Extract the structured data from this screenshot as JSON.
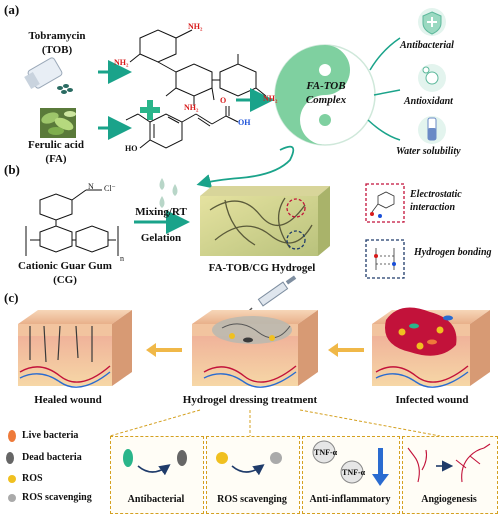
{
  "panels": {
    "a": "(a)",
    "b": "(b)",
    "c": "(c)"
  },
  "panel_a": {
    "tob_name": "Tobramycin",
    "tob_abbr": "(TOB)",
    "fa_name": "Ferulic acid",
    "fa_abbr": "(FA)",
    "complex_line1": "FA-TOB",
    "complex_line2": "Complex",
    "properties": [
      "Antibacterial",
      "Antioxidant",
      "Water solubility"
    ],
    "nh2": "NH₂",
    "oh": "OH",
    "o": "O",
    "ho": "HO",
    "ho_short": "HO"
  },
  "panel_b": {
    "cg_name": "Cationic Guar Gum",
    "cg_abbr": "(CG)",
    "process_line1": "Mixing/RT",
    "process_line2": "Gelation",
    "hydrogel_label": "FA-TOB/CG  Hydrogel",
    "interactions": [
      "Electrostatic interaction",
      "Hydrogen bonding"
    ],
    "n_label": "N",
    "cl_label": "Cl⁻",
    "n_sub": "n"
  },
  "panel_c": {
    "skin_labels": [
      "Healed wound",
      "Hydrogel dressing treatment",
      "Infected wound"
    ],
    "legend": [
      "Live bacteria",
      "Dead bacteria",
      "ROS",
      "ROS scavenging"
    ],
    "mechanisms": [
      "Antibacterial",
      "ROS scavenging",
      "Anti-inflammatory",
      "Angiogenesis"
    ],
    "tnf": "TNF-α"
  },
  "colors": {
    "teal": "#1aa38a",
    "green_plus": "#2ab58a",
    "nh2_red": "#d81b1b",
    "oh_blue": "#1a4fd8",
    "yin_green": "#7fd0a0",
    "arrow_orange": "#f0b848",
    "box_gold": "#d4a020",
    "blood_red": "#c2123a",
    "skin": "#f3c7a3"
  }
}
